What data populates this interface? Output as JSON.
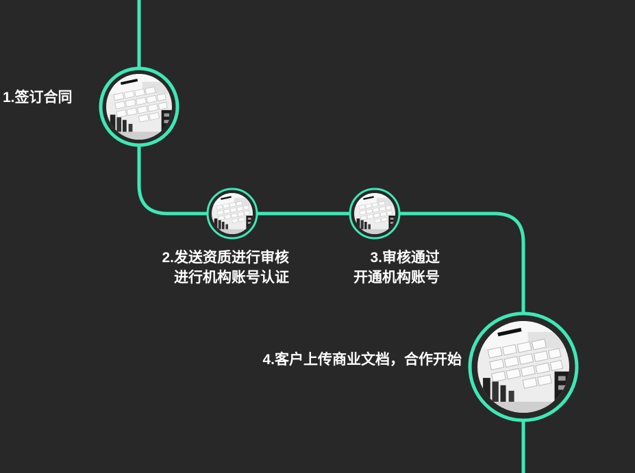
{
  "colors": {
    "background": "#282828",
    "accent": "#3de8b4",
    "text": "#ffffff"
  },
  "steps": [
    {
      "number": "1.",
      "lines": [
        "签订合同"
      ],
      "image": "keyboard-photo"
    },
    {
      "number": "2.",
      "lines": [
        "发送资质进行审核",
        "进行机构账号认证"
      ],
      "image": "keyboard-photo"
    },
    {
      "number": "3.",
      "lines": [
        "审核通过",
        "开通机构账号"
      ],
      "image": "keyboard-photo"
    },
    {
      "number": "4.",
      "lines": [
        "客户上传商业文档，合作开始"
      ],
      "image": "keyboard-photo"
    }
  ]
}
